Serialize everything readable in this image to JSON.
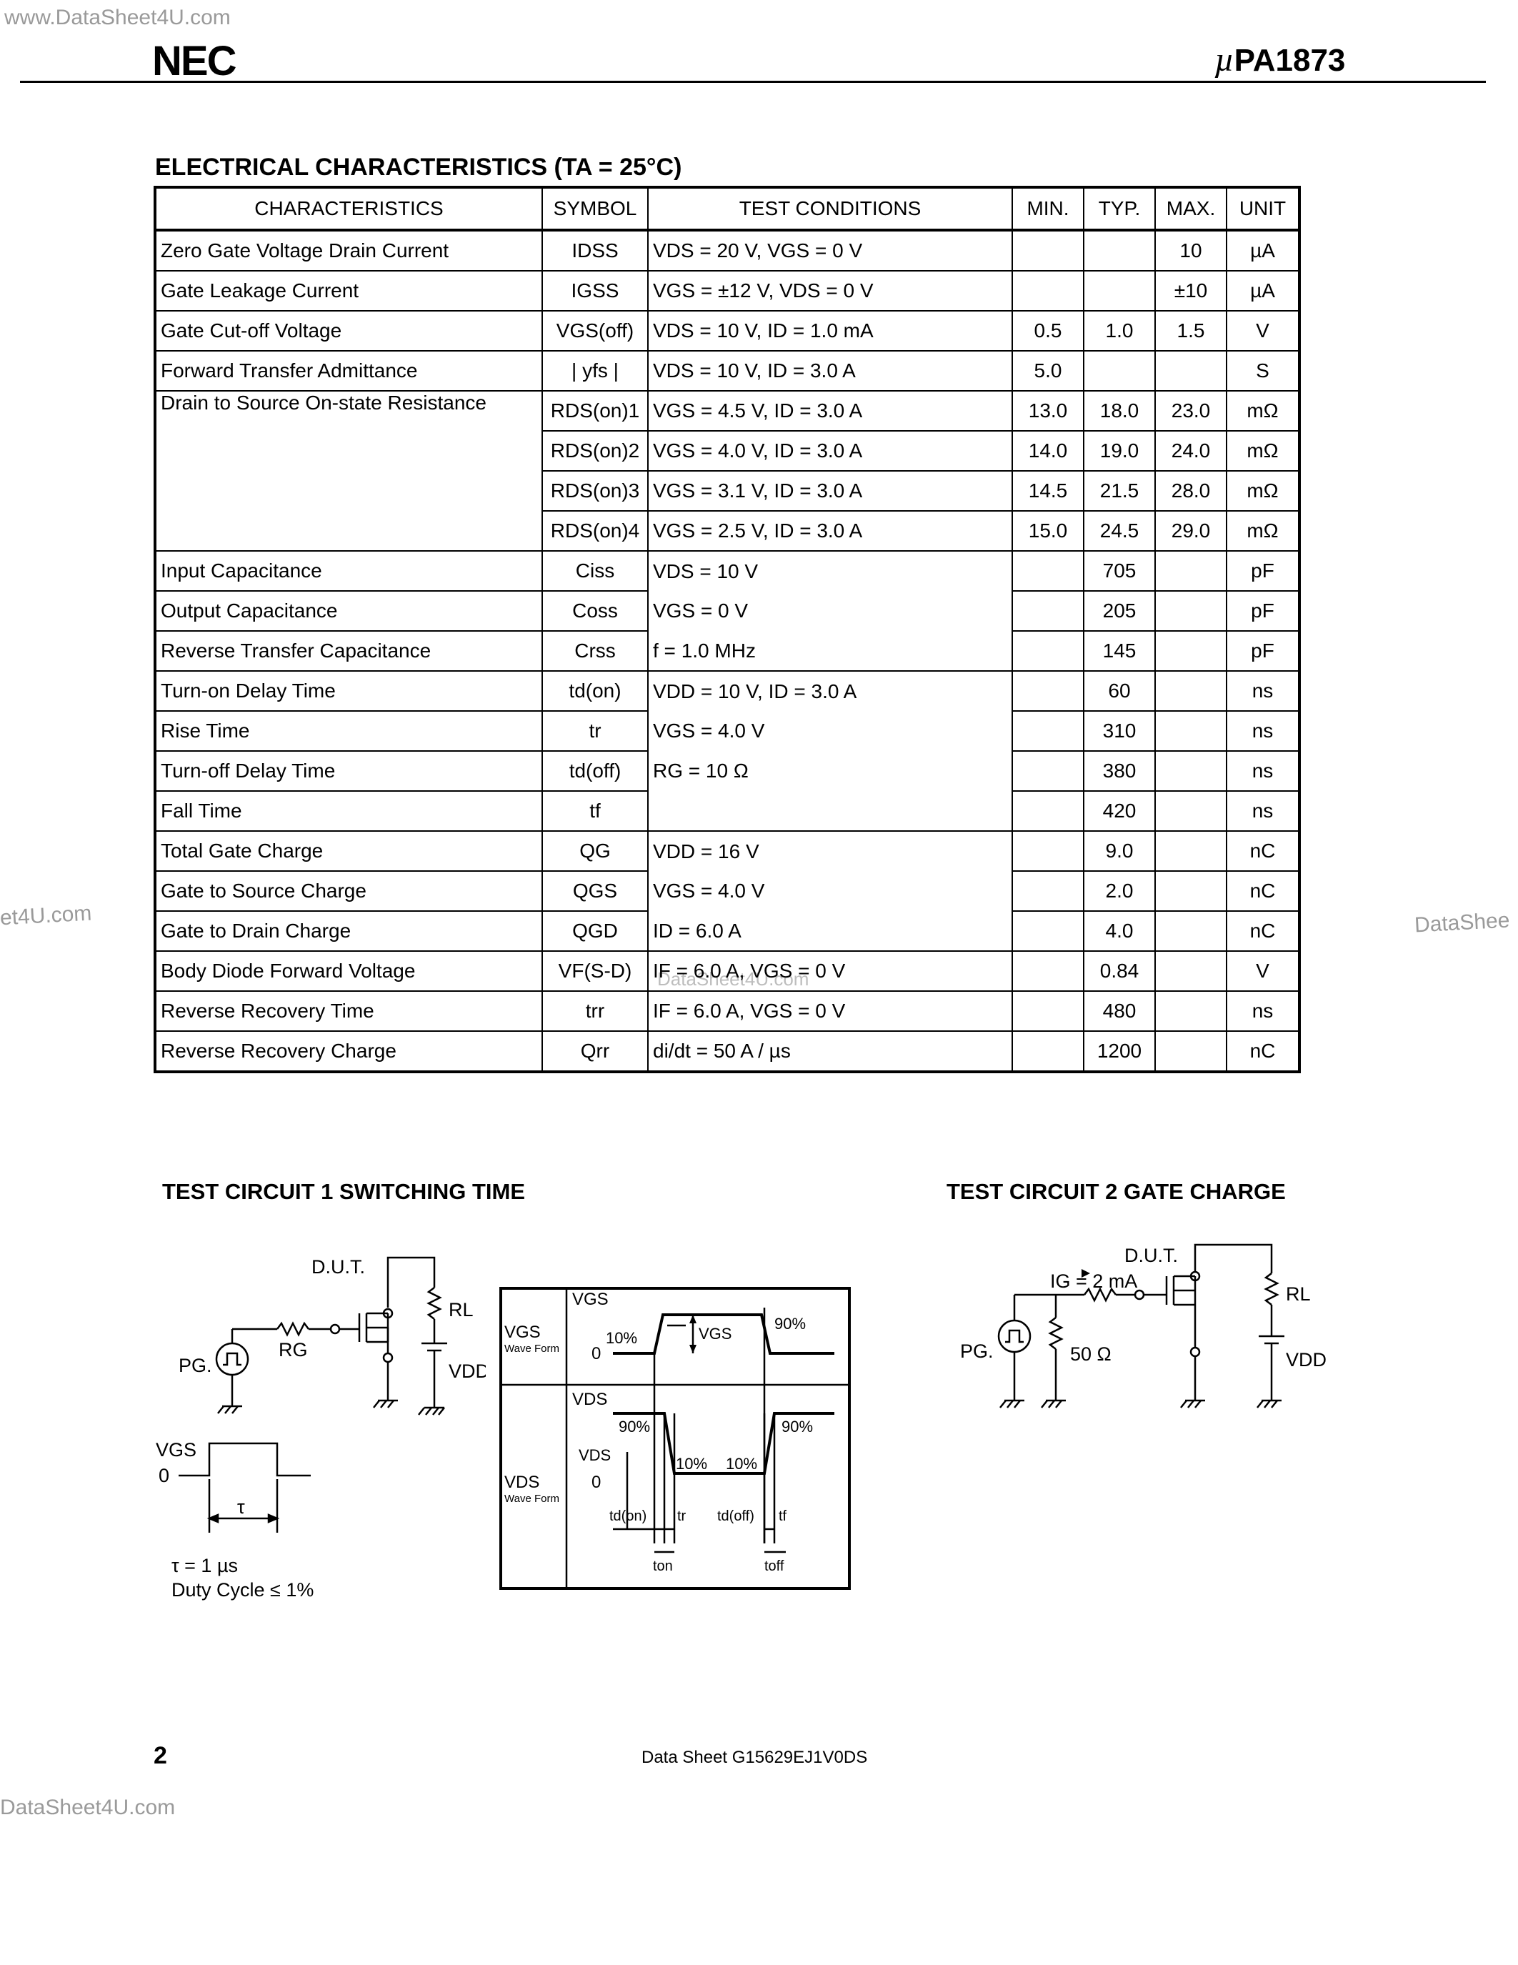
{
  "watermarks": {
    "top": "www.DataSheet4U.com",
    "left_mid": "et4U.com",
    "right_mid": "DataShee",
    "center": "DataSheet4U.com",
    "bottom": "DataSheet4U.com"
  },
  "header": {
    "logo": "NEC",
    "part_prefix": "µ",
    "part": "PA1873"
  },
  "table": {
    "title": "ELECTRICAL CHARACTERISTICS (TA = 25°C)",
    "columns": [
      "CHARACTERISTICS",
      "SYMBOL",
      "TEST CONDITIONS",
      "MIN.",
      "TYP.",
      "MAX.",
      "UNIT"
    ],
    "rows": [
      {
        "char": "Zero Gate Voltage Drain Current",
        "sym": "IDSS",
        "cond": "VDS = 20 V, VGS = 0 V",
        "min": "",
        "typ": "",
        "max": "10",
        "unit": "µA"
      },
      {
        "char": "Gate Leakage Current",
        "sym": "IGSS",
        "cond": "VGS = ±12 V, VDS = 0 V",
        "min": "",
        "typ": "",
        "max": "±10",
        "unit": "µA"
      },
      {
        "char": "Gate Cut-off Voltage",
        "sym": "VGS(off)",
        "cond": "VDS = 10 V, ID = 1.0 mA",
        "min": "0.5",
        "typ": "1.0",
        "max": "1.5",
        "unit": "V"
      },
      {
        "char": "Forward Transfer Admittance",
        "sym": "| yfs |",
        "cond": "VDS = 10 V, ID = 3.0 A",
        "min": "5.0",
        "typ": "",
        "max": "",
        "unit": "S"
      },
      {
        "char": "Drain to Source On-state Resistance",
        "sym": "RDS(on)1",
        "cond": "VGS = 4.5 V, ID = 3.0 A",
        "min": "13.0",
        "typ": "18.0",
        "max": "23.0",
        "unit": "mΩ"
      },
      {
        "char": "",
        "sym": "RDS(on)2",
        "cond": "VGS = 4.0 V, ID = 3.0 A",
        "min": "14.0",
        "typ": "19.0",
        "max": "24.0",
        "unit": "mΩ"
      },
      {
        "char": "",
        "sym": "RDS(on)3",
        "cond": "VGS = 3.1 V, ID = 3.0 A",
        "min": "14.5",
        "typ": "21.5",
        "max": "28.0",
        "unit": "mΩ"
      },
      {
        "char": "",
        "sym": "RDS(on)4",
        "cond": "VGS = 2.5 V, ID = 3.0 A",
        "min": "15.0",
        "typ": "24.5",
        "max": "29.0",
        "unit": "mΩ"
      },
      {
        "char": "Input Capacitance",
        "sym": "Ciss",
        "cond": "VDS = 10 V",
        "min": "",
        "typ": "705",
        "max": "",
        "unit": "pF"
      },
      {
        "char": "Output Capacitance",
        "sym": "Coss",
        "cond": "VGS = 0 V",
        "min": "",
        "typ": "205",
        "max": "",
        "unit": "pF"
      },
      {
        "char": "Reverse Transfer Capacitance",
        "sym": "Crss",
        "cond": "f = 1.0 MHz",
        "min": "",
        "typ": "145",
        "max": "",
        "unit": "pF"
      },
      {
        "char": "Turn-on Delay Time",
        "sym": "td(on)",
        "cond": "VDD = 10 V, ID = 3.0 A",
        "min": "",
        "typ": "60",
        "max": "",
        "unit": "ns"
      },
      {
        "char": "Rise Time",
        "sym": "tr",
        "cond": "VGS = 4.0 V",
        "min": "",
        "typ": "310",
        "max": "",
        "unit": "ns"
      },
      {
        "char": "Turn-off Delay Time",
        "sym": "td(off)",
        "cond": "RG = 10 Ω",
        "min": "",
        "typ": "380",
        "max": "",
        "unit": "ns"
      },
      {
        "char": "Fall Time",
        "sym": "tf",
        "cond": "",
        "min": "",
        "typ": "420",
        "max": "",
        "unit": "ns"
      },
      {
        "char": "Total Gate Charge",
        "sym": "QG",
        "cond": "VDD = 16 V",
        "min": "",
        "typ": "9.0",
        "max": "",
        "unit": "nC"
      },
      {
        "char": "Gate to Source Charge",
        "sym": "QGS",
        "cond": "VGS = 4.0 V",
        "min": "",
        "typ": "2.0",
        "max": "",
        "unit": "nC"
      },
      {
        "char": "Gate to Drain Charge",
        "sym": "QGD",
        "cond": "ID = 6.0 A",
        "min": "",
        "typ": "4.0",
        "max": "",
        "unit": "nC"
      },
      {
        "char": "Body Diode Forward Voltage",
        "sym": "VF(S-D)",
        "cond": "IF = 6.0 A, VGS = 0 V",
        "min": "",
        "typ": "0.84",
        "max": "",
        "unit": "V"
      },
      {
        "char": "Reverse Recovery Time",
        "sym": "trr",
        "cond": "IF = 6.0 A, VGS = 0 V",
        "min": "",
        "typ": "480",
        "max": "",
        "unit": "ns"
      },
      {
        "char": "Reverse Recovery Charge",
        "sym": "Qrr",
        "cond": "di/dt = 50 A / µs",
        "min": "",
        "typ": "1200",
        "max": "",
        "unit": "nC"
      }
    ]
  },
  "circuit1": {
    "title": "TEST CIRCUIT 1  SWITCHING TIME",
    "dut": "D.U.T.",
    "rl": "RL",
    "rg": "RG",
    "vdd": "VDD",
    "pg": "PG.",
    "vgs": "VGS",
    "zero": "0",
    "tau": "τ",
    "note1": "τ = 1 µs",
    "note2": "Duty Cycle ≤ 1%",
    "wave": {
      "vgs": "VGS",
      "vgs_wave": "VGS",
      "wave_form": "Wave Form",
      "p10": "10%",
      "p90": "90%",
      "vds": "VDS",
      "vds_wave": "VDS",
      "vds_mid": "VDS",
      "tdon": "td(on)",
      "tr": "tr",
      "tdoff": "td(off)",
      "tf": "tf",
      "ton": "ton",
      "toff": "toff"
    }
  },
  "circuit2": {
    "title": "TEST CIRCUIT 2  GATE CHARGE",
    "dut": "D.U.T.",
    "ig": "IG = 2 mA",
    "r50": "50 Ω",
    "pg": "PG.",
    "rl": "RL",
    "vdd": "VDD"
  },
  "footer": {
    "page": "2",
    "doc": "Data Sheet  G15629EJ1V0DS"
  }
}
